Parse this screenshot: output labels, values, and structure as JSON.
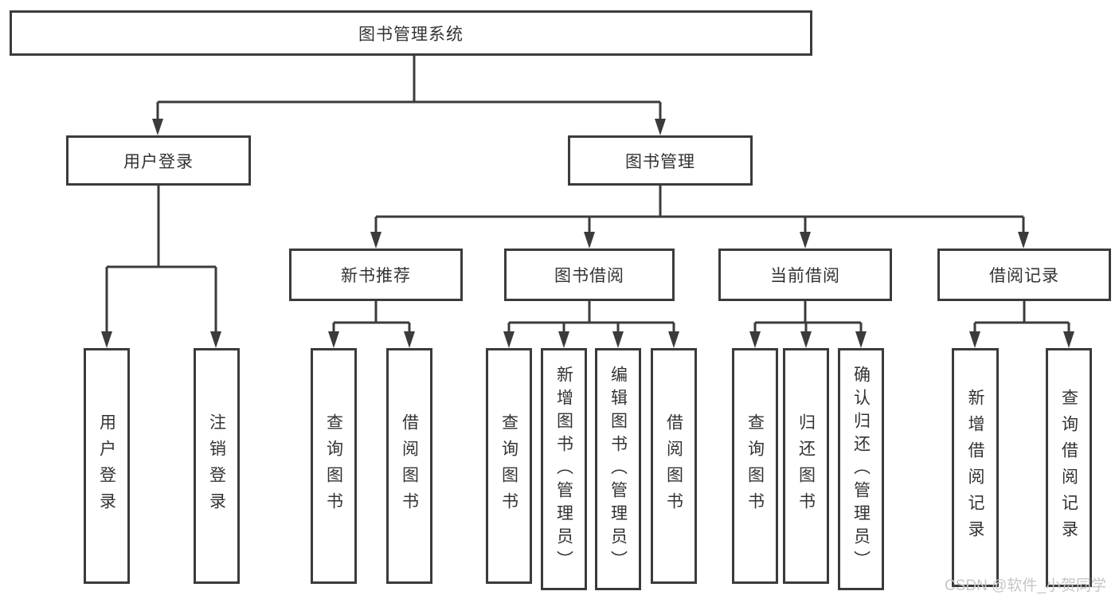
{
  "diagram_title": "图书管理系统",
  "tree": {
    "label": "图书管理系统",
    "children": [
      {
        "label": "用户登录",
        "children": [
          {
            "label": "用户登录"
          },
          {
            "label": "注销登录"
          }
        ]
      },
      {
        "label": "图书管理",
        "children": [
          {
            "label": "新书推荐",
            "children": [
              {
                "label": "查询图书"
              },
              {
                "label": "借阅图书"
              }
            ]
          },
          {
            "label": "图书借阅",
            "children": [
              {
                "label": "查询图书"
              },
              {
                "label": "新增图书（管理员）"
              },
              {
                "label": "编辑图书（管理员）"
              },
              {
                "label": "借阅图书"
              }
            ]
          },
          {
            "label": "当前借阅",
            "children": [
              {
                "label": "查询图书"
              },
              {
                "label": "归还图书"
              },
              {
                "label": "确认归还（管理员）"
              }
            ]
          },
          {
            "label": "借阅记录",
            "children": [
              {
                "label": "新增借阅记录"
              },
              {
                "label": "查询借阅记录"
              }
            ]
          }
        ]
      }
    ]
  },
  "watermark": "CSDN @软件_小贺同学",
  "colors": {
    "line": "#3b3b3b",
    "text": "#333333",
    "watermark": "#c6c6c6",
    "background": "#ffffff"
  }
}
